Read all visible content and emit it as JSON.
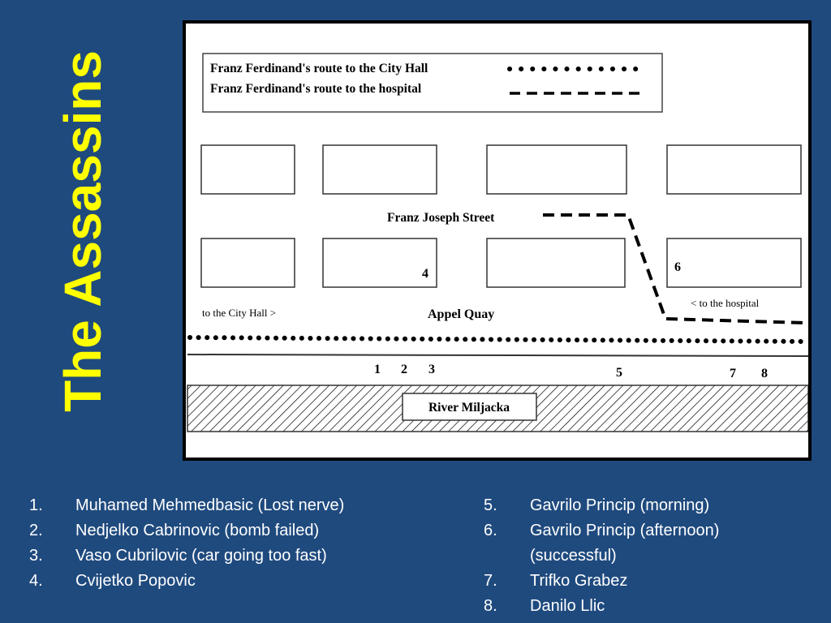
{
  "title": "The Assassins",
  "map": {
    "legend": {
      "city_hall_route": "Franz Ferdinand's route to the City Hall",
      "hospital_route": "Franz Ferdinand's route to the hospital"
    },
    "street_franz_joseph": "Franz Joseph Street",
    "street_appel_quay": "Appel Quay",
    "to_city_hall": "to the City Hall  >",
    "to_hospital": "<  to the hospital",
    "river": "River Miljacka",
    "markers": {
      "m1": "1",
      "m2": "2",
      "m3": "3",
      "m4": "4",
      "m5": "5",
      "m6": "6",
      "m7": "7",
      "m8": "8"
    }
  },
  "assassins_left": [
    {
      "num": "1.",
      "text": "Muhamed Mehmedbasic (Lost nerve)"
    },
    {
      "num": "2.",
      "text": "Nedjelko Cabrinovic (bomb failed)"
    },
    {
      "num": "3.",
      "text": "Vaso Cubrilovic  (car going too fast)"
    },
    {
      "num": "4.",
      "text": "Cvijetko Popovic"
    }
  ],
  "assassins_right": [
    {
      "num": "5.",
      "text": "Gavrilo Princip (morning)"
    },
    {
      "num": "6.",
      "text": "Gavrilo Princip (afternoon)"
    },
    {
      "num": "",
      "text": "(successful)"
    },
    {
      "num": "7.",
      "text": "Trifko Grabez"
    },
    {
      "num": "8.",
      "text": "Danilo Llic"
    }
  ]
}
